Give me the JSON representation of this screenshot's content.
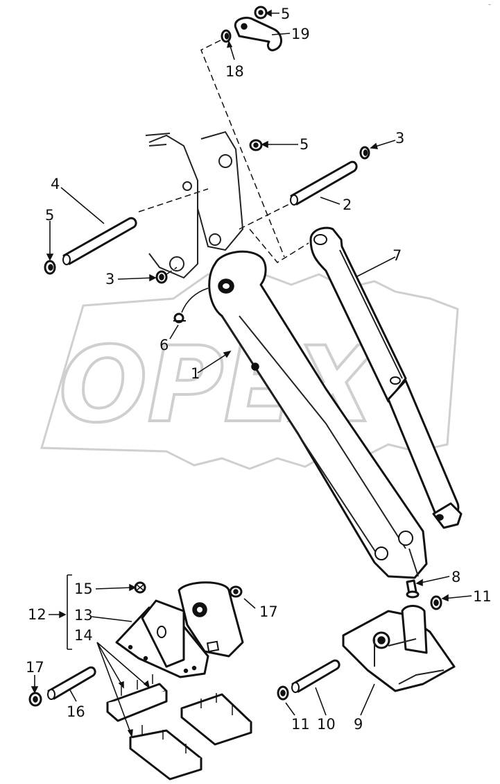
{
  "corner_mark": "–",
  "watermark": {
    "text": "OPEX",
    "icon": "gear-icon",
    "color": "#cfcfcf"
  },
  "callouts": [
    {
      "id": "c5a",
      "label": "5"
    },
    {
      "id": "c19",
      "label": "19"
    },
    {
      "id": "c18",
      "label": "18"
    },
    {
      "id": "c5b",
      "label": "5"
    },
    {
      "id": "c3a",
      "label": "3"
    },
    {
      "id": "c4",
      "label": "4"
    },
    {
      "id": "c2",
      "label": "2"
    },
    {
      "id": "c5c",
      "label": "5"
    },
    {
      "id": "c7",
      "label": "7"
    },
    {
      "id": "c3b",
      "label": "3"
    },
    {
      "id": "c6",
      "label": "6"
    },
    {
      "id": "c1",
      "label": "1"
    },
    {
      "id": "c8",
      "label": "8"
    },
    {
      "id": "c15",
      "label": "15"
    },
    {
      "id": "c11a",
      "label": "11"
    },
    {
      "id": "c12",
      "label": "12"
    },
    {
      "id": "c13",
      "label": "13"
    },
    {
      "id": "c17a",
      "label": "17"
    },
    {
      "id": "c14",
      "label": "14"
    },
    {
      "id": "c17b",
      "label": "17"
    },
    {
      "id": "c16",
      "label": "16"
    },
    {
      "id": "c11b",
      "label": "11"
    },
    {
      "id": "c10",
      "label": "10"
    },
    {
      "id": "c9",
      "label": "9"
    }
  ]
}
